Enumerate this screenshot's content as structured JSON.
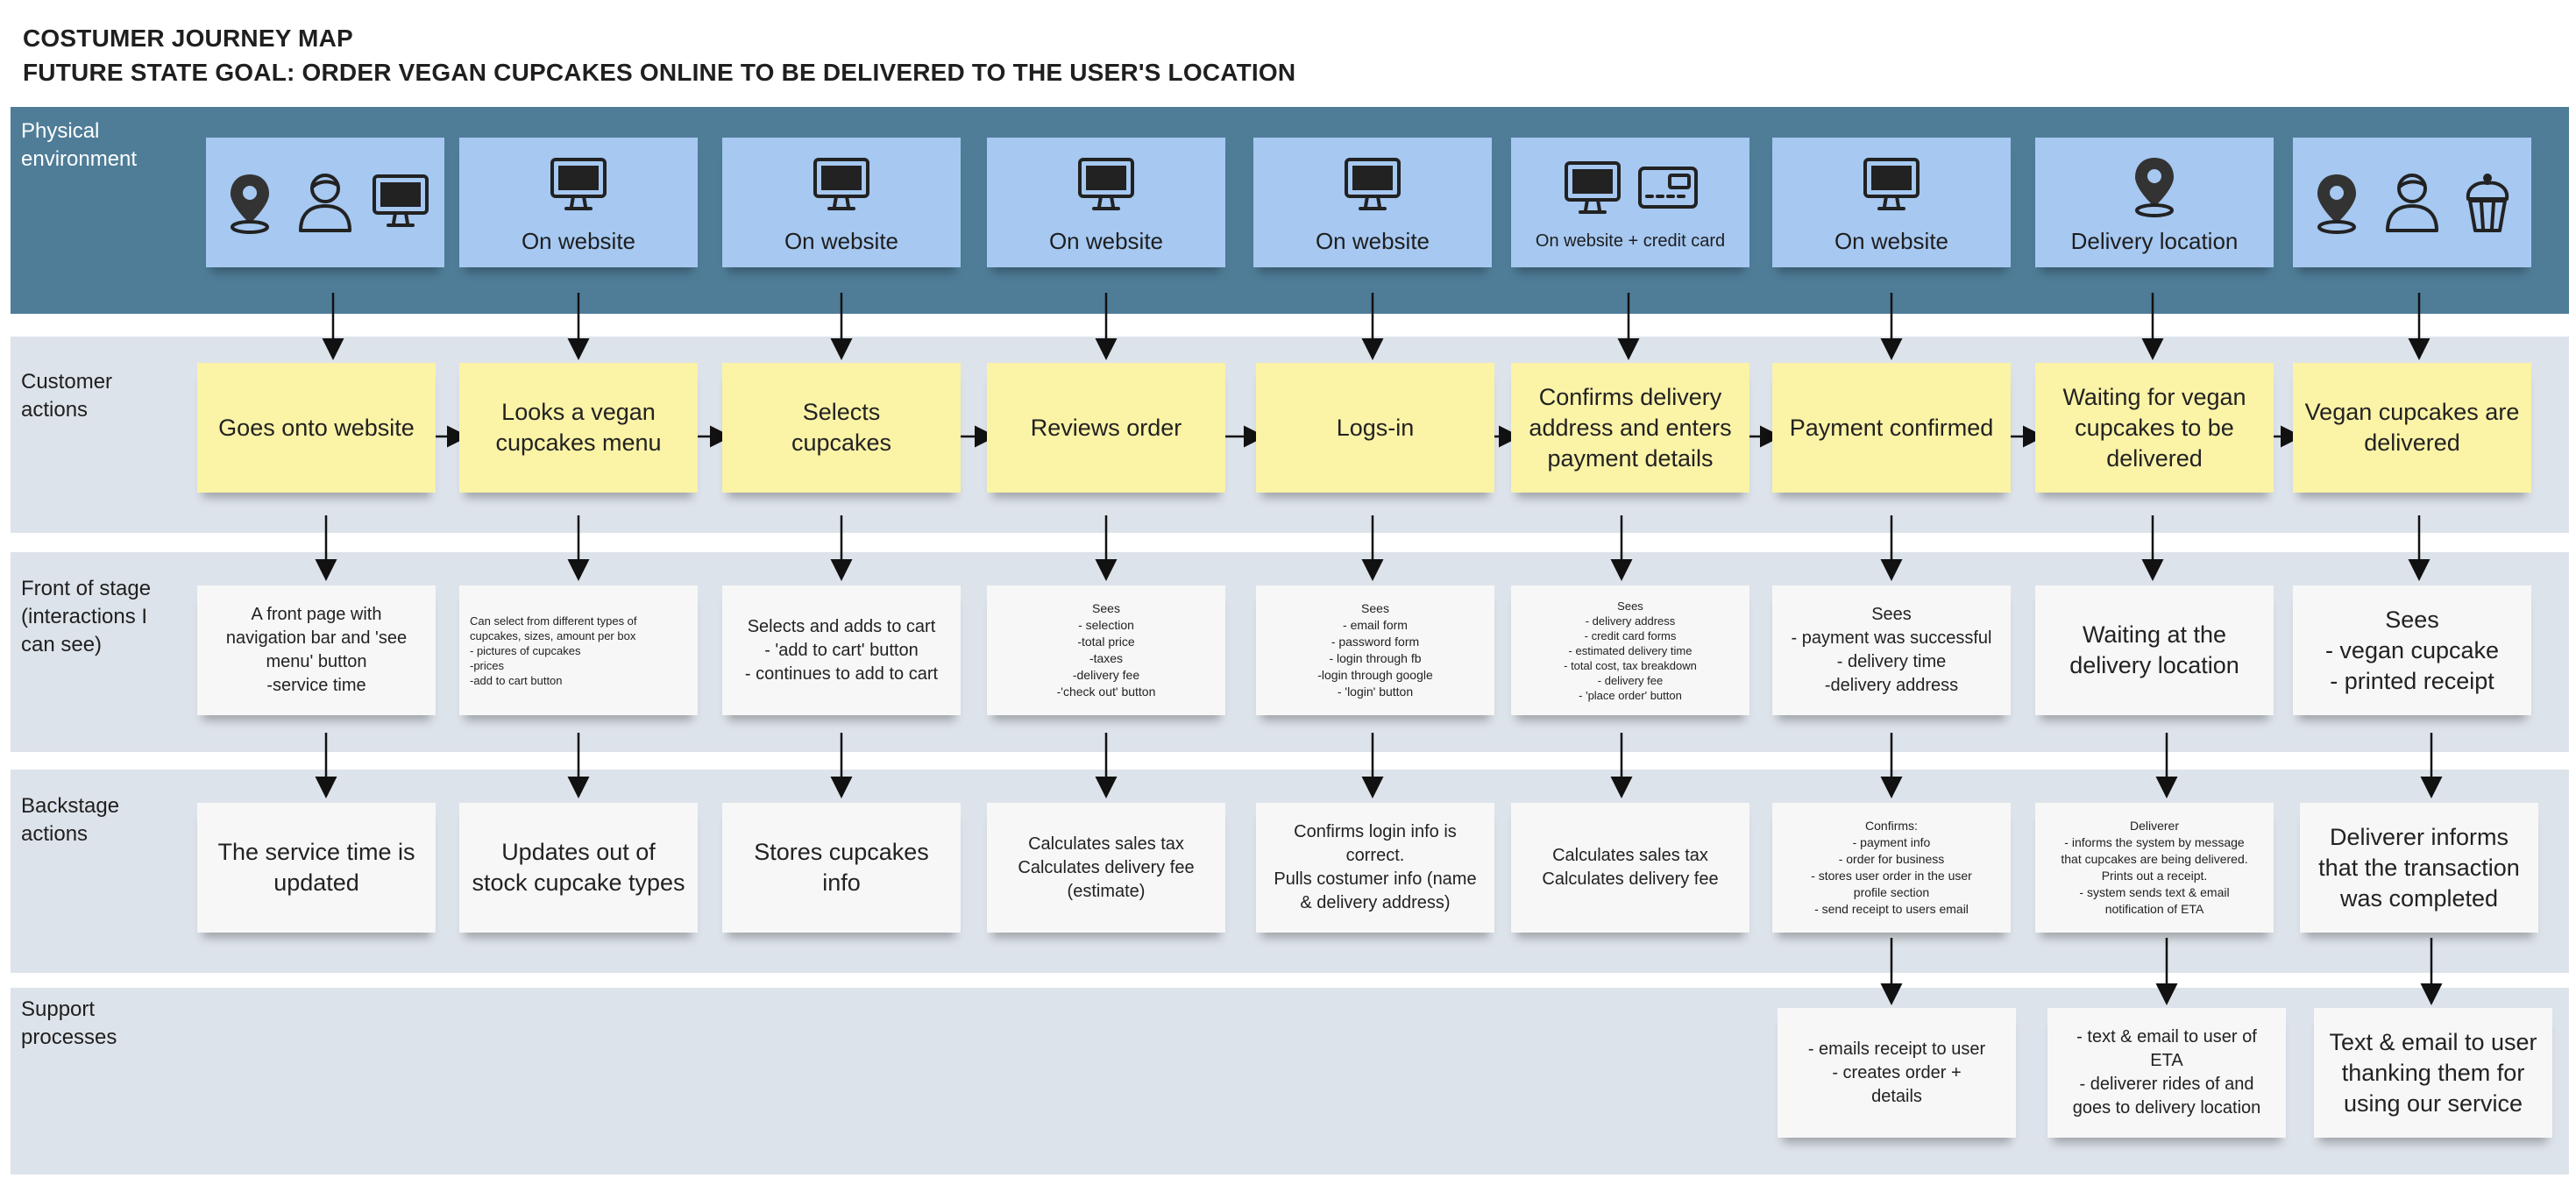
{
  "header": {
    "title": "COSTUMER JOURNEY MAP",
    "subtitle": "FUTURE STATE GOAL: ORDER VEGAN CUPCAKES ONLINE TO BE DELIVERED TO THE USER'S LOCATION"
  },
  "lanes": {
    "physical": "Physical\nenvironment",
    "customer": "Customer\nactions",
    "front": "Front of stage\n(interactions I\ncan see)",
    "backstage": "Backstage\n actions",
    "support": "Support\nprocesses"
  },
  "physical": [
    {
      "label": "",
      "icons": [
        "location-pin-icon",
        "person-icon",
        "monitor-icon"
      ]
    },
    {
      "label": "On website",
      "icons": [
        "monitor-icon"
      ]
    },
    {
      "label": "On website",
      "icons": [
        "monitor-icon"
      ]
    },
    {
      "label": "On website",
      "icons": [
        "monitor-icon"
      ]
    },
    {
      "label": "On website",
      "icons": [
        "monitor-icon"
      ]
    },
    {
      "label": "On website + credit card",
      "icons": [
        "monitor-icon",
        "credit-card-icon"
      ]
    },
    {
      "label": "On website",
      "icons": [
        "monitor-icon"
      ]
    },
    {
      "label": "Delivery location",
      "icons": [
        "location-pin-icon"
      ]
    },
    {
      "label": "",
      "icons": [
        "location-pin-icon",
        "person-icon",
        "cupcake-icon"
      ]
    }
  ],
  "customer_actions": [
    "Goes onto website",
    "Looks a vegan\ncupcakes menu",
    "Selects\ncupcakes",
    "Reviews order",
    "Logs-in",
    "Confirms delivery\naddress and enters\npayment details",
    "Payment confirmed",
    "Waiting for vegan\ncupcakes to be\ndelivered",
    "Vegan cupcakes are\ndelivered"
  ],
  "front_stage": [
    "A front page with\nnavigation bar and 'see\nmenu' button\n-service time",
    "Can select from different types of\ncupcakes, sizes, amount per box\n- pictures of cupcakes\n-prices\n-add to cart button",
    "Selects and adds to cart\n- 'add to cart' button\n- continues to add to cart",
    "Sees\n- selection\n-total price\n-taxes\n-delivery fee\n-'check out' button",
    "Sees\n- email form\n- password form\n- login through fb\n-login through google\n- 'login' button",
    "Sees\n- delivery address\n- credit card forms\n- estimated delivery time\n- total cost,  tax breakdown\n- delivery fee\n- 'place order' button",
    "Sees\n- payment was successful\n- delivery time\n-delivery address",
    "Waiting at the\ndelivery location",
    "Sees\n- vegan cupcake\n- printed receipt"
  ],
  "backstage": [
    "The service time is\nupdated",
    "Updates out of\nstock cupcake types",
    "Stores cupcakes\ninfo",
    "Calculates sales tax\nCalculates delivery fee\n(estimate)",
    "Confirms login info is\ncorrect.\nPulls costumer info (name\n& delivery address)",
    "Calculates sales tax\nCalculates delivery fee",
    "Confirms:\n- payment info\n- order for business\n- stores user order in the user\nprofile section\n-  send receipt to users email",
    "Deliverer\n- informs the system by message\nthat cupcakes are being delivered.\nPrints out a receipt.\n- system sends text & email\nnotification of ETA",
    "Deliverer informs\nthat the transaction\nwas completed"
  ],
  "support": [
    "- emails receipt to user\n- creates order +\ndetails",
    "- text & email to user of\nETA\n- deliverer rides of and\ngoes to delivery location",
    "Text & email to user\nthanking them for\nusing our service"
  ],
  "colors": {
    "physical_lane": "#4f7d98",
    "lane_bg": "#dde3ea",
    "blue_note": "#a6c8f1",
    "yellow_note": "#fbf3a6",
    "white_note": "#f7f7f7"
  }
}
